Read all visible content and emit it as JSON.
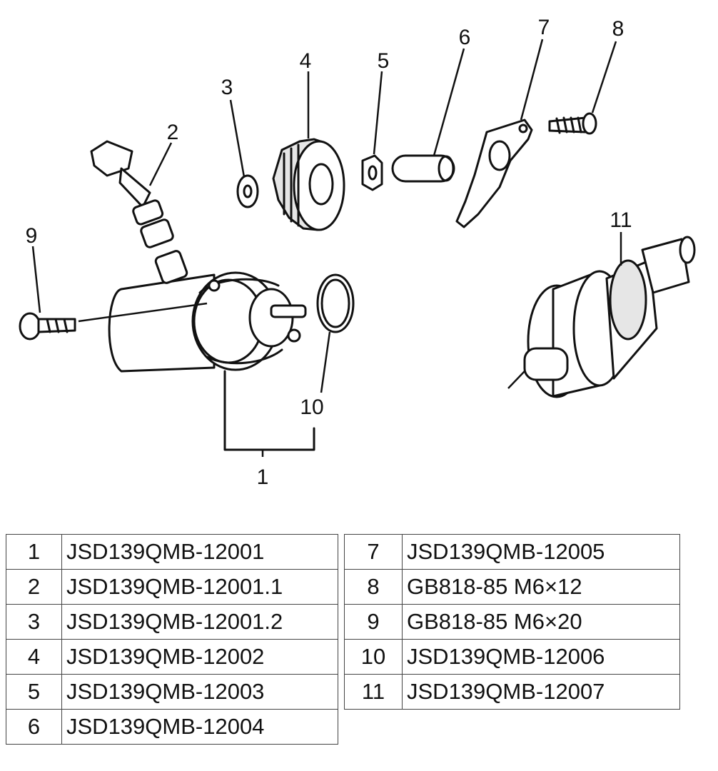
{
  "diagram": {
    "callouts": [
      "1",
      "2",
      "3",
      "4",
      "5",
      "6",
      "7",
      "8",
      "9",
      "10",
      "11"
    ]
  },
  "parts_left": [
    {
      "num": "1",
      "code": "JSD139QMB-12001"
    },
    {
      "num": "2",
      "code": "JSD139QMB-12001.1"
    },
    {
      "num": "3",
      "code": "JSD139QMB-12001.2"
    },
    {
      "num": "4",
      "code": "JSD139QMB-12002"
    },
    {
      "num": "5",
      "code": "JSD139QMB-12003"
    },
    {
      "num": "6",
      "code": "JSD139QMB-12004"
    }
  ],
  "parts_right": [
    {
      "num": "7",
      "code": "JSD139QMB-12005"
    },
    {
      "num": "8",
      "code": "GB818-85 M6×12"
    },
    {
      "num": "9",
      "code": "GB818-85 M6×20"
    },
    {
      "num": "10",
      "code": "JSD139QMB-12006"
    },
    {
      "num": "11",
      "code": "JSD139QMB-12007"
    }
  ]
}
